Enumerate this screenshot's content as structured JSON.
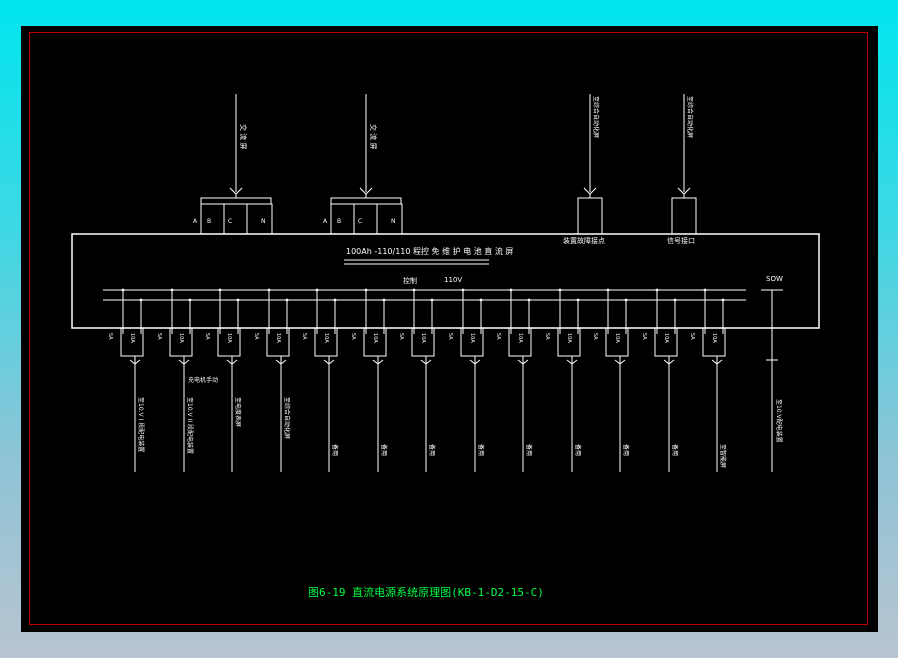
{
  "caption": "图6-19 直流电源系统原理图(KB-1-D2-15-C)",
  "panel": {
    "title": "100Ah -110/110  程控 免 维 护 电 池 直 流 屏",
    "bus_label": "控制",
    "bus_voltage": "110V",
    "right_label": "SOW"
  },
  "ac_inputs": [
    {
      "label": "交 流 屏",
      "phases": [
        "A",
        "B",
        "C",
        "N"
      ]
    },
    {
      "label": "交 流 屏",
      "phases": [
        "A",
        "B",
        "C",
        "N"
      ]
    }
  ],
  "signal_outputs": [
    {
      "label": "至综合自动化屏",
      "note": "装置故障接点"
    },
    {
      "label": "至综合自动化屏",
      "note": "信号接口"
    }
  ],
  "feeders": [
    {
      "label": "至10.V I 段配电装置",
      "sw": [
        "5A",
        "10A"
      ]
    },
    {
      "label": "至10.V II 段配电装置",
      "extra": "充电机手动",
      "sw": [
        "5A",
        "10A"
      ]
    },
    {
      "label": "至电度表屏",
      "sw": [
        "5A",
        "10A"
      ]
    },
    {
      "label": "至综合自动化屏",
      "sw": [
        "5A",
        "10A"
      ]
    },
    {
      "label": "备用",
      "sw": [
        "5A",
        "10A"
      ]
    },
    {
      "label": "备用",
      "sw": [
        "5A",
        "10A"
      ]
    },
    {
      "label": "备用",
      "sw": [
        "5A",
        "10A"
      ]
    },
    {
      "label": "备用",
      "sw": [
        "5A",
        "10A"
      ]
    },
    {
      "label": "备用",
      "sw": [
        "5A",
        "10A"
      ]
    },
    {
      "label": "备用",
      "sw": [
        "5A",
        "10A"
      ]
    },
    {
      "label": "备用",
      "sw": [
        "5A",
        "10A"
      ]
    },
    {
      "label": "备用",
      "sw": [
        "5A",
        "10A"
      ]
    },
    {
      "label": "至智能屏",
      "sw": [
        "5A",
        "10A"
      ]
    }
  ],
  "right_feeder": {
    "label": "至10.V配电装置"
  }
}
